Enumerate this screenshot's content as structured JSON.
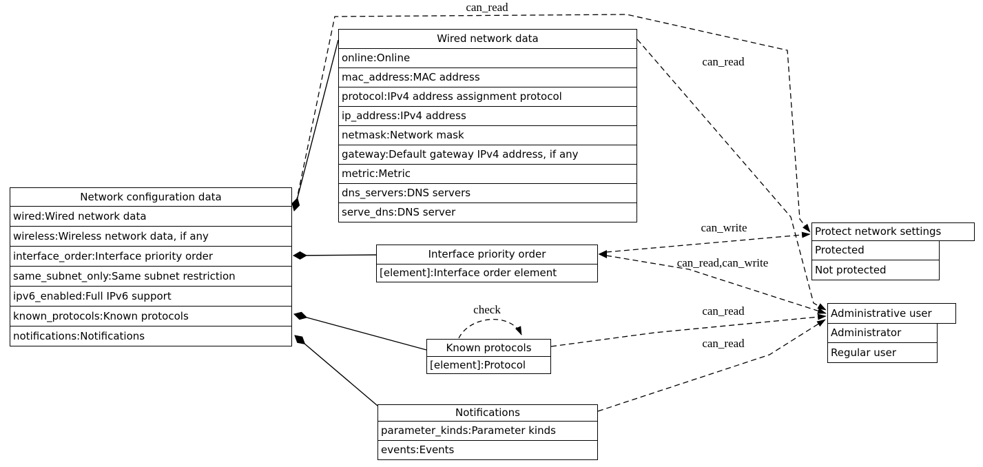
{
  "diagram": {
    "background": "#ffffff",
    "line_color": "#000000",
    "nodes": {
      "network_config": {
        "title": "Network configuration data",
        "rows": [
          "wired:Wired network data",
          "wireless:Wireless network data, if any",
          "interface_order:Interface priority order",
          "same_subnet_only:Same subnet restriction",
          "ipv6_enabled:Full IPv6 support",
          "known_protocols:Known protocols",
          "notifications:Notifications"
        ]
      },
      "wired": {
        "title": "Wired network data",
        "rows": [
          "online:Online",
          "mac_address:MAC address",
          "protocol:IPv4 address assignment protocol",
          "ip_address:IPv4 address",
          "netmask:Network mask",
          "gateway:Default gateway IPv4 address, if any",
          "metric:Metric",
          "dns_servers:DNS servers",
          "serve_dns:DNS server"
        ]
      },
      "interface_order": {
        "title": "Interface priority order",
        "rows": [
          "[element]:Interface order element"
        ]
      },
      "known_protocols": {
        "title": "Known protocols",
        "rows": [
          "[element]:Protocol"
        ]
      },
      "notifications": {
        "title": "Notifications",
        "rows": [
          "parameter_kinds:Parameter kinds",
          "events:Events"
        ]
      },
      "protect": {
        "title": "Protect network settings",
        "rows": [
          "Protected",
          "Not protected"
        ]
      },
      "admin": {
        "title": "Administrative user",
        "rows": [
          "Administrator",
          "Regular user"
        ]
      }
    },
    "edge_labels": {
      "can_read_top": "can_read",
      "can_read_wired": "can_read",
      "can_write": "can_write",
      "can_read_can_write": "can_read,can_write",
      "can_read_known": "can_read",
      "can_read_notifications": "can_read",
      "check": "check"
    }
  }
}
